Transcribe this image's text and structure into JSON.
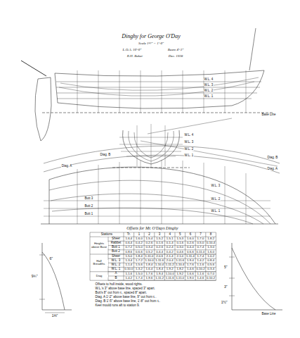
{
  "diagram": {
    "title": "Dinghy for George O'Day",
    "labels": [
      "Scale 1½\" = 1'-0\"",
      "L.O.A. 10'-0\"",
      "Beam 4'-3\"",
      "R.H. Baker",
      "Dec. 1938",
      "W.L. 4",
      "W.L. 3",
      "W.L. 2",
      "W.L. 1",
      "Base Line",
      "W.L. 4",
      "W.L. 3",
      "W.L. 2",
      "W.L. 1",
      "Diag. A",
      "Diag. B",
      "Butt 1",
      "Butt 2",
      "Butt 3",
      "W.L. 1",
      "W.L. 2",
      "W.L. 3",
      "Diag. A",
      "Diag. B",
      "Offsets for Mr. O'Days Dinghy",
      "Offsets to hull inside, wood rights.",
      "W.L.'s 3\" above base line, spaced 3\" apart.",
      "Butt's 8\" out from ℄, spaced 8\" apart.",
      "Diag. A 1'-2\" above base line, 9\" out from ℄.",
      "Diag. B 1'-5\" above base line, 1'-8\" out from ℄.",
      "Keel mould runs aft to station 9.",
      "9¾\"",
      "1⅜\"",
      "6\"",
      "5\"",
      "3\"",
      "1½\"",
      "Base Line",
      "Stations",
      "Tr.",
      "1",
      "2",
      "3",
      "4",
      "5",
      "6",
      "7",
      "8",
      "Heights above Base",
      "Sheer",
      "1-6-4",
      "1-6-0",
      "1-5-4",
      "1-5-2",
      "1-5-1",
      "1-5-3",
      "1-6-0",
      "1-7-0",
      "1-8-2",
      "Rabbet",
      "0-6-4",
      "0-4-2",
      "0-2-6",
      "0-1-6",
      "0-1-4",
      "0-1-6",
      "0-2-6",
      "0-5-0",
      "0-10-4",
      "Butt 1",
      "0-7-2",
      "0-5-0",
      "0-3-4",
      "0-2-6",
      "0-2-4",
      "0-3-0",
      "0-4-4",
      "0-7-4",
      "1-3-0",
      "Butt 2",
      "0-8-6",
      "0-6-6",
      "0-5-2",
      "0-4-4",
      "0-4-2",
      "0-4-6",
      "0-6-6",
      "0-11-0",
      "1-6-0",
      "Half Breadths",
      "Sheer",
      "1-5-0",
      "1-8-4",
      "1-11-0",
      "2-0-6",
      "2-1-4",
      "2-1-0",
      "1-11-4",
      "1-7-4",
      "1-0-2",
      "W.L. 3",
      "1-3-4",
      "1-7-2",
      "1-10-0",
      "1-11-6",
      "2-0-4",
      "1-11-6",
      "1-9-4",
      "1-4-2",
      "0-8-4",
      "W.L. 2",
      "1-1-4",
      "1-5-6",
      "1-8-4",
      "1-10-4",
      "1-11-2",
      "1-10-4",
      "1-7-6",
      "1-1-6",
      "0-5-6",
      "W.L. 1",
      "0-10-0",
      "1-3-2",
      "1-6-4",
      "1-8-4",
      "1-9-2",
      "1-8-2",
      "1-4-6",
      "0-10-2",
      "0-3-4",
      "Diag",
      "A",
      "1-1-6",
      "1-5-0",
      "1-7-6",
      "1-9-4",
      "1-10-0",
      "1-9-2",
      "1-6-6",
      "1-1-6",
      "0-7-0",
      "B",
      "1-4-2",
      "1-7-4",
      "1-9-6",
      "1-11-2",
      "1-11-6",
      "1-11-0",
      "1-9-0",
      "1-4-6",
      "0-10-2"
    ]
  }
}
